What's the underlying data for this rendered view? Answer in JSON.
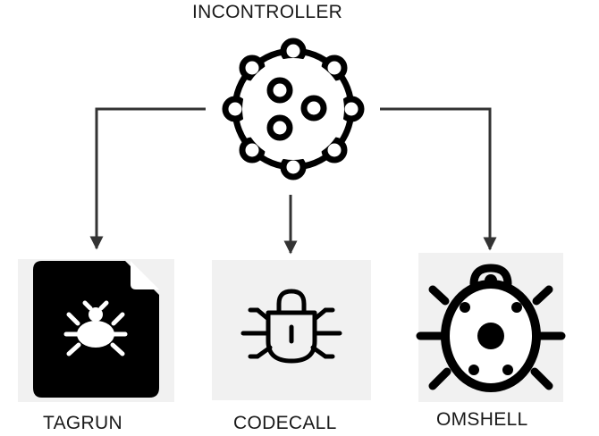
{
  "diagram": {
    "root": {
      "label": "INCONTROLLER",
      "icon": "virus-icon"
    },
    "children": [
      {
        "id": "tagrun",
        "label": "TAGRUN",
        "icon": "bug-file-icon"
      },
      {
        "id": "codecall",
        "label": "CODECALL",
        "icon": "bug-lock-icon"
      },
      {
        "id": "omshell",
        "label": "OMSHELL",
        "icon": "ladybug-icon"
      }
    ],
    "colors": {
      "line": "#333333",
      "icon": "#000000",
      "tile": "#f1f1f1"
    }
  }
}
